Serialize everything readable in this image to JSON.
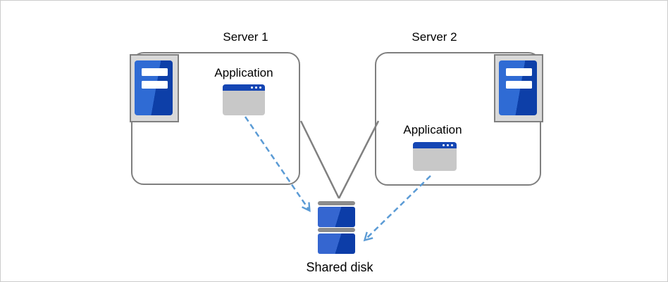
{
  "diagram": {
    "servers": [
      {
        "title": "Server 1",
        "application": {
          "label": "Application"
        }
      },
      {
        "title": "Server 2",
        "application": {
          "label": "Application"
        }
      }
    ],
    "shared_disk": {
      "label": "Shared disk"
    },
    "connections": [
      {
        "from": "server-1-box",
        "to": "shared-disk",
        "style": "solid-line"
      },
      {
        "from": "server-2-box",
        "to": "shared-disk",
        "style": "solid-line"
      },
      {
        "from": "application-1",
        "to": "shared-disk",
        "style": "dashed-arrow"
      },
      {
        "from": "application-2",
        "to": "shared-disk",
        "style": "dashed-arrow"
      }
    ],
    "icons": {
      "server": "server-tower-icon",
      "application": "application-window-icon",
      "disk": "shared-disk-icon"
    },
    "colors": {
      "box_border": "#7f7f7f",
      "connector": "#808080",
      "arrow": "#5b9bd5",
      "server_blue_light": "#2f6bd4",
      "server_blue_dark": "#0d3fa8",
      "app_titlebar": "#1546b4",
      "app_body": "#c8c8c8",
      "disk_blue_light": "#3566d0",
      "disk_blue_dark": "#0c3da8",
      "disk_gray": "#8c8c8c",
      "icon_frame_fill": "#d9d9d9",
      "icon_frame_border": "#808080"
    }
  }
}
